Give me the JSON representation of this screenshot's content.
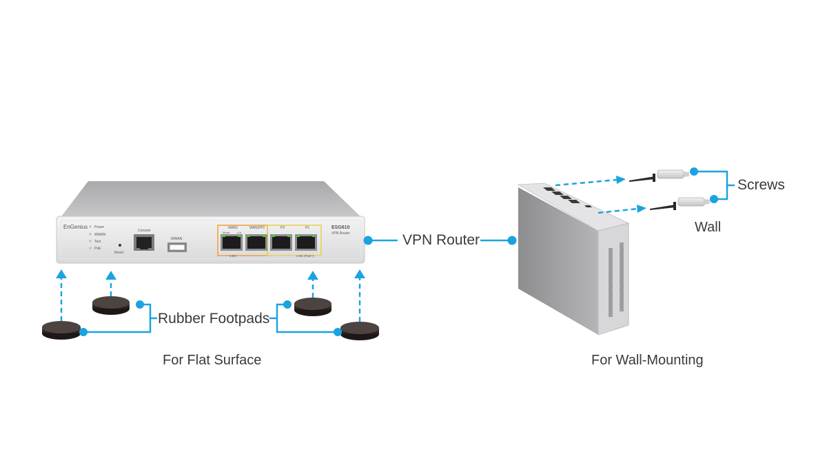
{
  "labels": {
    "vpn_router": "VPN Router",
    "rubber_footpads": "Rubber Footpads",
    "screws": "Screws",
    "wall": "Wall",
    "flat_surface": "For Flat Surface",
    "wall_mounting": "For Wall-Mounting"
  },
  "device": {
    "brand": "EnGenius",
    "model": "ESG610",
    "model_subtitle": "VPN Router",
    "led_power": "Power",
    "led_wwan": "WWAN",
    "led_test": "Test",
    "led_poe": "PoE",
    "reset": "Reset",
    "console": "Console",
    "wwan_port": "WWAN",
    "port_wan1": "WAN1",
    "port_wan2": "WAN2/P3",
    "port_p2": "P2",
    "port_p1": "P1",
    "mode": "Mode",
    "link": "L/A",
    "speed_left": "2.5G",
    "speed_right": "2.5G (PoE+)"
  },
  "colors": {
    "accent": "#1aa3e0",
    "text": "#3a3a3a",
    "pad": "#2a2322",
    "orange_frame": "#f0a030",
    "yellow_frame": "#e8d24a"
  }
}
